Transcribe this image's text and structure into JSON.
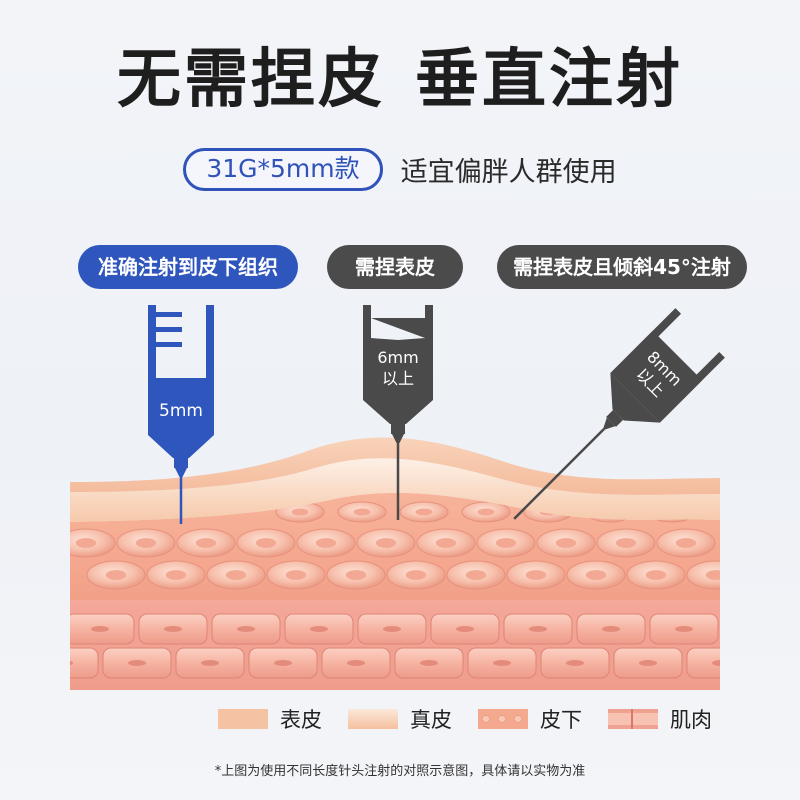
{
  "title": {
    "part1": "无需捏皮",
    "part2": "垂直注射"
  },
  "spec": {
    "badge": "31G*5mm款",
    "description": "适宜偏胖人群使用"
  },
  "needles": [
    {
      "label": "准确注射到皮下组织",
      "length": "5mm"
    },
    {
      "label": "需捏表皮",
      "length_line1": "6mm",
      "length_line2": "以上"
    },
    {
      "label": "需捏表皮且倾斜45°注射",
      "length_line1": "8mm",
      "length_line2": "以上"
    }
  ],
  "legend": [
    {
      "label": "表皮",
      "swatch": "epidermis"
    },
    {
      "label": "真皮",
      "swatch": "dermis"
    },
    {
      "label": "皮下",
      "swatch": "subcutaneous"
    },
    {
      "label": "肌肉",
      "swatch": "muscle"
    }
  ],
  "footnote": "*上图为使用不同长度针头注射的对照示意图，具体请以实物为准",
  "colors": {
    "accent_blue": "#2f56bd",
    "label_gray": "#4b4b4b",
    "syringe_gray": "#4a4a4a",
    "epidermis": "#f6c2a4",
    "dermis": "#fbe8da",
    "subcutaneous": "#f4a98f",
    "muscle": "#f0a292"
  }
}
